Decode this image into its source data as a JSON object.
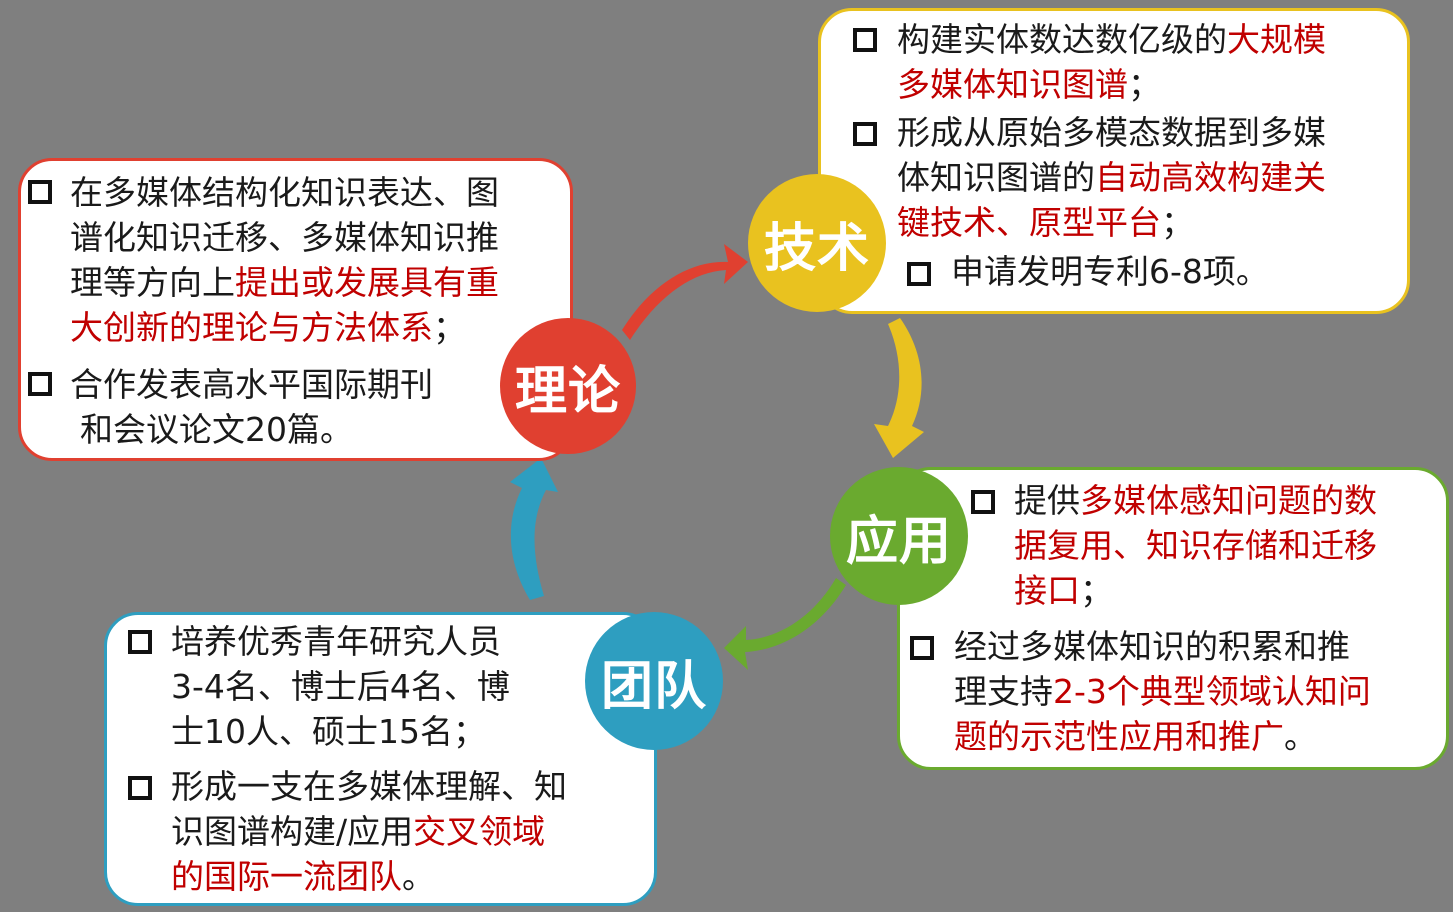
{
  "colors": {
    "background": "#7f7f7f",
    "theory": "#e04030",
    "tech": "#e9c21f",
    "app": "#6aaa2f",
    "team": "#2e9ec0",
    "highlight": "#c00000"
  },
  "nodes": {
    "theory": "理论",
    "tech": "技术",
    "app": "应用",
    "team": "团队"
  },
  "theory_box": {
    "item1": {
      "l1": "在多媒体结构化知识表达、图",
      "l2": "谱化知识迁移、多媒体知识推",
      "l3a": "理等方向上",
      "l3b": "提出或发展具有重",
      "l4a": "大创新的理论与方法体系",
      "l4b": "；"
    },
    "item2": {
      "l1": "合作发表高水平国际期刊",
      "l2": "和会议论文20篇。"
    }
  },
  "tech_box": {
    "item1": {
      "l1a": "构建实体数达数亿级的",
      "l1b": "大规模",
      "l2a": "多媒体知识图谱",
      "l2b": "；"
    },
    "item2": {
      "l1": "形成从原始多模态数据到多媒",
      "l2a": "体知识图谱的",
      "l2b": "自动高效构建关",
      "l3a": "键技术、原型平台",
      "l3b": "；"
    },
    "item3": {
      "l1": "申请发明专利6-8项。"
    }
  },
  "app_box": {
    "item1": {
      "l1a": "提供",
      "l1b": "多媒体感知问题的数",
      "l2": "据复用、知识存储和迁移",
      "l3a": "接口",
      "l3b": "；"
    },
    "item2": {
      "l1": "经过多媒体知识的积累和推",
      "l2a": "理支持",
      "l2b": "2-3个典型领域认知问",
      "l3a": "题的示范性应用和推广",
      "l3b": "。"
    }
  },
  "team_box": {
    "item1": {
      "l1": "培养优秀青年研究人员",
      "l2": "3-4名、博士后4名、博",
      "l3": "士10人、硕士15名；"
    },
    "item2": {
      "l1": "形成一支在多媒体理解、知",
      "l2a": "识图谱构建/应用",
      "l2b": "交叉领域",
      "l3a": "的国际一流团队",
      "l3b": "。"
    }
  }
}
